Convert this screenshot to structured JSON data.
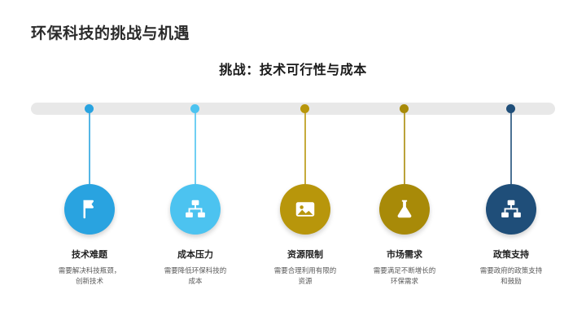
{
  "slide": {
    "title": "环保科技的挑战与机遇",
    "subtitle": "挑战：技术可行性与成本"
  },
  "colors": {
    "bar": "#e8e8e8",
    "blue_light": "#29a3e0",
    "blue_sky": "#4cc3f0",
    "gold": "#b8960b",
    "gold_dark": "#a88a08",
    "navy": "#1f4e79"
  },
  "nodes": [
    {
      "id": "tech-difficulty",
      "label": "技术难题",
      "desc": "需要解决科技瓶颈，\n创新技术",
      "icon": "flag-icon",
      "color": "#29a3e0",
      "dot_color": "#29a3e0"
    },
    {
      "id": "cost-pressure",
      "label": "成本压力",
      "desc": "需要降低环保科技的\n成本",
      "icon": "sitemap-icon",
      "color": "#4cc3f0",
      "dot_color": "#4cc3f0"
    },
    {
      "id": "resource-limit",
      "label": "资源限制",
      "desc": "需要合理利用有限的\n资源",
      "icon": "image-icon",
      "color": "#b8960b",
      "dot_color": "#b8960b"
    },
    {
      "id": "market-demand",
      "label": "市场需求",
      "desc": "需要满足不断增长的\n环保需求",
      "icon": "flask-icon",
      "color": "#a88a08",
      "dot_color": "#a88a08"
    },
    {
      "id": "policy-support",
      "label": "政策支持",
      "desc": "需要政府的政策支持\n和鼓励",
      "icon": "network-icon",
      "color": "#1f4e79",
      "dot_color": "#1f4e79"
    }
  ]
}
